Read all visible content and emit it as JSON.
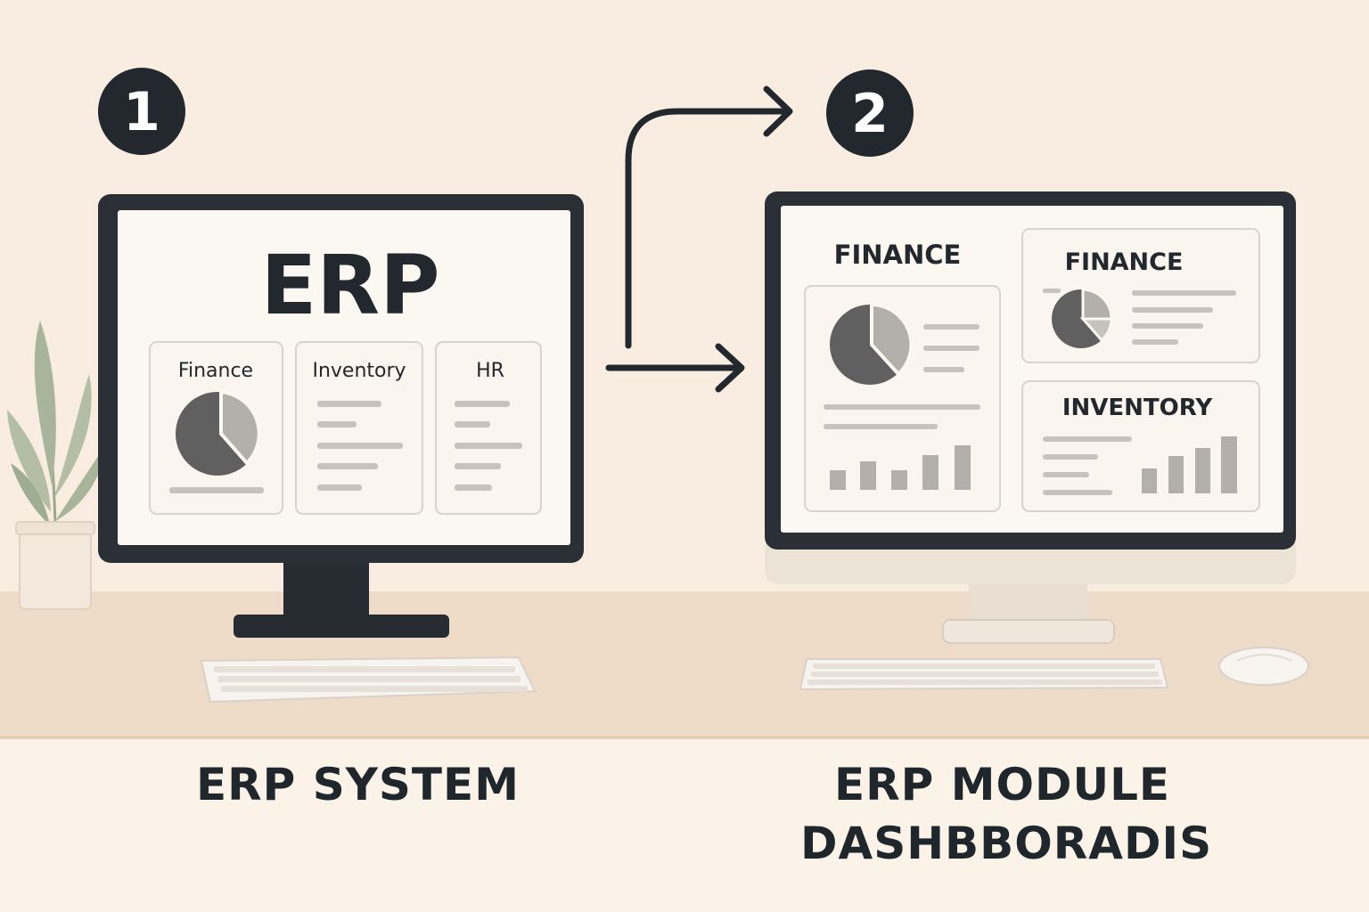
{
  "steps": {
    "first": "1",
    "second": "2"
  },
  "left_monitor": {
    "title": "ERP",
    "panels": {
      "finance": "Finance",
      "inventory": "Inventory",
      "hr": "HR"
    }
  },
  "right_monitor": {
    "panels": {
      "finance_large": "FINANCE",
      "finance_small": "FINANCE",
      "inventory": "INVENTORY"
    }
  },
  "captions": {
    "left": "ERP SYSTEM",
    "right_line1": "ERP MODULE",
    "right_line2": "DASHBBORADIS"
  },
  "colors": {
    "background": "#f8ede0",
    "desk": "#efdcc8",
    "dark": "#22282e",
    "screen": "#fbf7f1",
    "gray": "#b3b0ab",
    "chart_dark": "#5f605f",
    "plant": "#a9b59b"
  }
}
